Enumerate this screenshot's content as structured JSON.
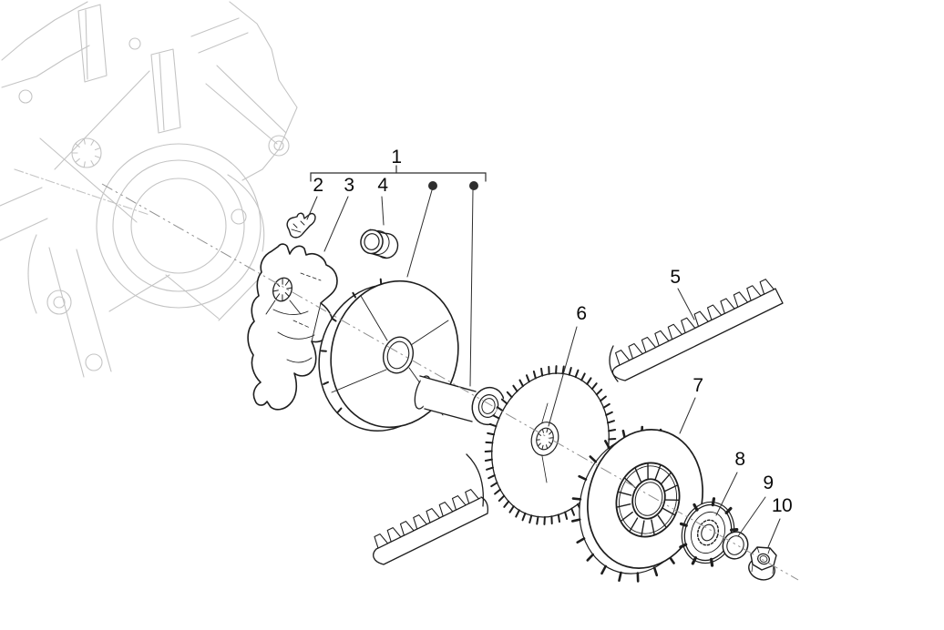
{
  "diagram": {
    "type": "exploded-parts-diagram",
    "background_color": "#ffffff",
    "part_line_color": "#1e1e1e",
    "ghost_line_color": "#c4c4c4",
    "centerline_color": "#8f8f8f",
    "annotation_color": "#2e2e2e",
    "callout_color": "#0a0a0a",
    "callout_count": 10,
    "group_bullet_count": 2
  },
  "callouts": [
    {
      "label": "1"
    },
    {
      "label": "2"
    },
    {
      "label": "3"
    },
    {
      "label": "4"
    },
    {
      "label": "5"
    },
    {
      "label": "6"
    },
    {
      "label": "7"
    },
    {
      "label": "8"
    },
    {
      "label": "9"
    },
    {
      "label": "10"
    }
  ]
}
